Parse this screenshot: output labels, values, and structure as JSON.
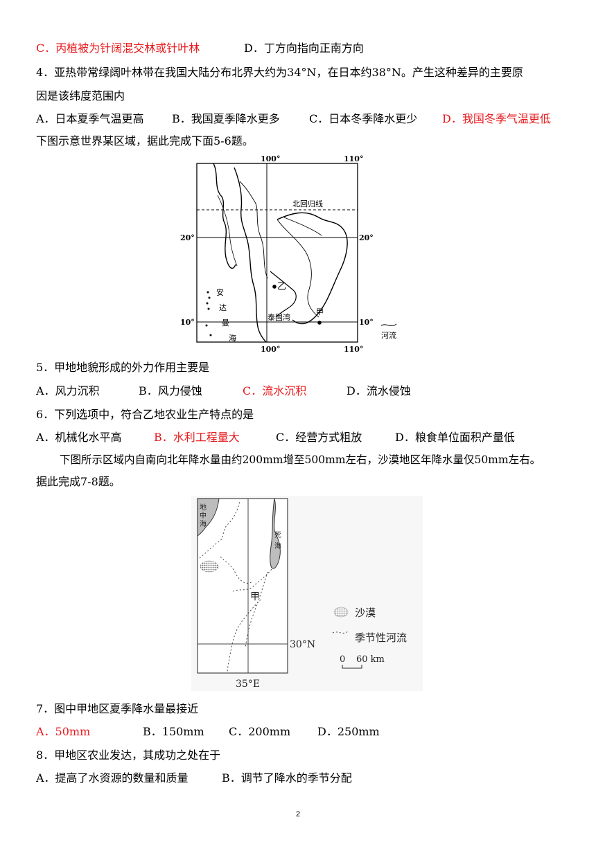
{
  "q3": {
    "optC": "C．丙植被为针阔混交林或针叶林",
    "optD": "D．丁方向指向正南方向"
  },
  "q4": {
    "stem1": "4．亚热带常绿阔叶林带在我国大陆分布北界大约为34°N，在日本约38°N。产生这种差异的主要原",
    "stem2": "因是该纬度范围内",
    "optA": "A．日本夏季气温更高",
    "optB": "B．我国夏季降水更多",
    "optC": "C．日本冬季降水更少",
    "optD": "D．我国冬季气温更低"
  },
  "intro56": "下图示意世界某区域，据此完成下面5-6题。",
  "map1": {
    "lon100_top": "100°",
    "lon110_top": "110°",
    "lon100_bottom": "100°",
    "lon110_bottom": "110°",
    "lat20_left": "20°",
    "lat20_right": "20°",
    "lat10_left": "10°",
    "lat10_right": "10°",
    "tropic": "北回归线",
    "yi": "乙",
    "jia": "甲",
    "gulf": "泰国湾",
    "andaman": [
      "安",
      "达",
      "曼",
      "海"
    ],
    "legend_river": "河流"
  },
  "q5": {
    "stem": "5．甲地地貌形成的外力作用主要是",
    "optA": "A．风力沉积",
    "optB": "B．风力侵蚀",
    "optC": "C．流水沉积",
    "optD": "D．流水侵蚀"
  },
  "q6": {
    "stem": "6．下列选项中，符合乙地农业生产特点的是",
    "optA": "A．机械化水平高",
    "optB": "B．水利工程量大",
    "optC": "C．经营方式粗放",
    "optD": "D．粮食单位面积产量低"
  },
  "intro78_1": "下图所示区域内自南向北年降水量由约200mm增至500mm左右，沙漠地区年降水量仅50mm左右。",
  "intro78_2": "据此完成7-8题。",
  "map2": {
    "med": [
      "地",
      "中",
      "海"
    ],
    "dead": [
      "死",
      "海"
    ],
    "jia": "甲",
    "lat30": "30°N",
    "lon35": "35°E",
    "legend_desert": "沙漠",
    "legend_river": "季节性河流",
    "scale0": "0",
    "scale60": "60 km"
  },
  "q7": {
    "stem": "7．图中甲地区夏季降水量最接近",
    "optA": "A．50mm",
    "optB": "B．150mm",
    "optC": "C．200mm",
    "optD": "D．250mm"
  },
  "q8": {
    "stem": "8．甲地区农业发达，其成功之处在于",
    "optA": "A．提高了水资源的数量和质量",
    "optB": "B．调节了降水的季节分配"
  },
  "page_number": "2",
  "colors": {
    "answer": "#e8191c"
  }
}
